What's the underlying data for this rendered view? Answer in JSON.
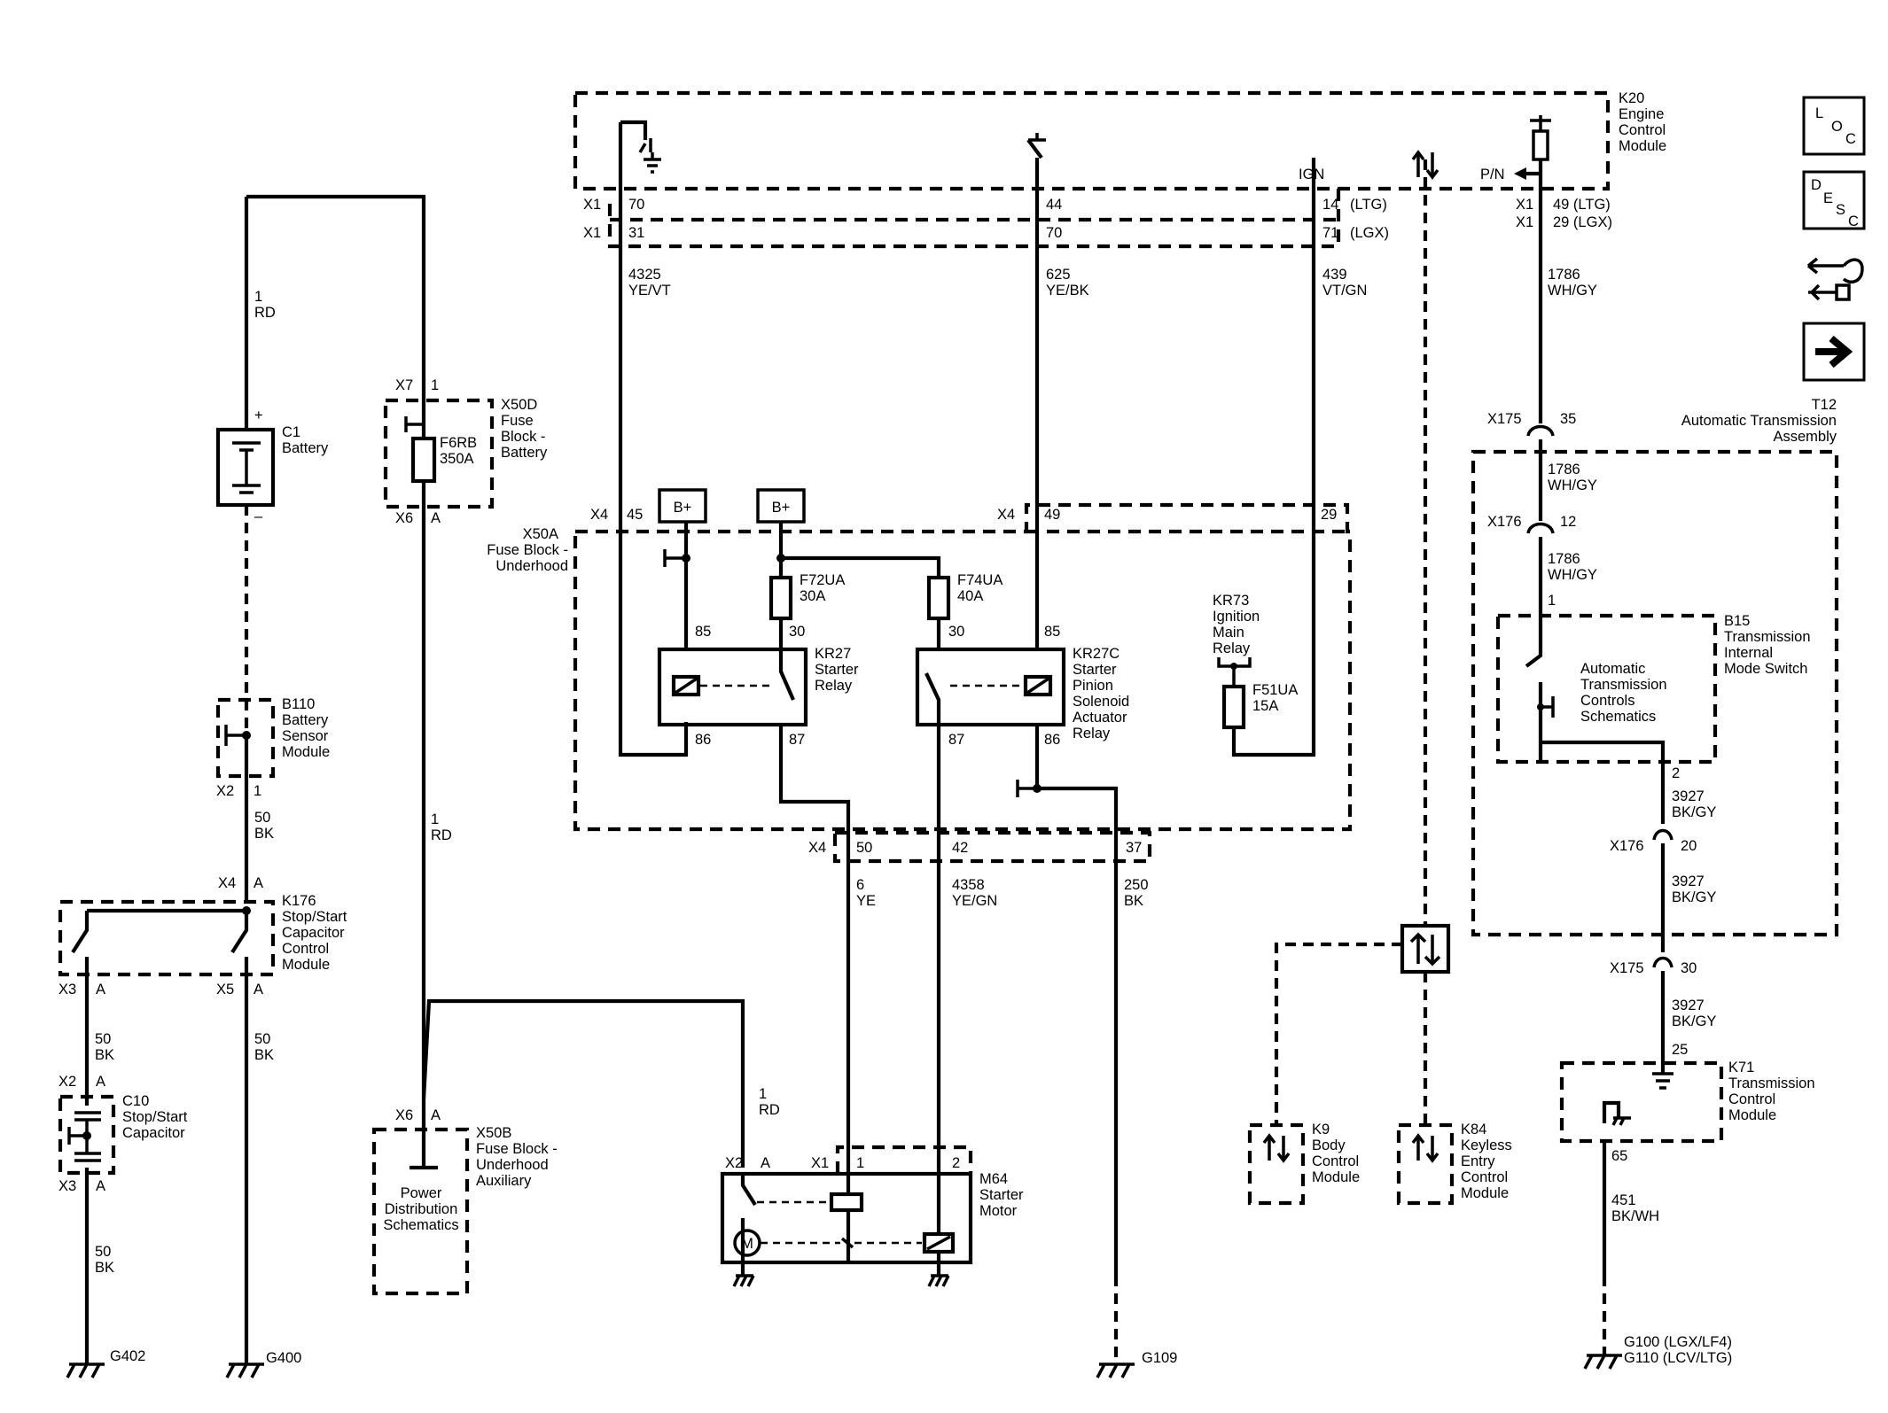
{
  "nav_icons": [
    {
      "name": "loc-icon",
      "letters": [
        "L",
        "O",
        "C"
      ]
    },
    {
      "name": "desc-icon",
      "letters": [
        "D",
        "E",
        "S",
        "C"
      ]
    },
    {
      "name": "diagnostic-tool-icon"
    },
    {
      "name": "next-arrow-icon"
    }
  ],
  "components": {
    "k20": [
      "K20",
      "Engine",
      "Control",
      "Module"
    ],
    "c1": [
      "C1",
      "Battery"
    ],
    "x50d": [
      "X50D",
      "Fuse",
      "Block -",
      "Battery"
    ],
    "f6rb": [
      "F6RB",
      "350A"
    ],
    "x50a": [
      "X50A",
      "Fuse Block -",
      "Underhood"
    ],
    "b110": [
      "B110",
      "Battery",
      "Sensor",
      "Module"
    ],
    "k176": [
      "K176",
      "Stop/Start",
      "Capacitor",
      "Control",
      "Module"
    ],
    "c10": [
      "C10",
      "Stop/Start",
      "Capacitor"
    ],
    "x50b": [
      "X50B",
      "Fuse Block -",
      "Underhood",
      "Auxiliary"
    ],
    "power_dist": [
      "Power",
      "Distribution",
      "Schematics"
    ],
    "f72ua": [
      "F72UA",
      "30A"
    ],
    "f74ua": [
      "F74UA",
      "40A"
    ],
    "kr27": [
      "KR27",
      "Starter",
      "Relay"
    ],
    "kr27c": [
      "KR27C",
      "Starter",
      "Pinion",
      "Solenoid",
      "Actuator",
      "Relay"
    ],
    "kr73": [
      "KR73",
      "Ignition",
      "Main",
      "Relay"
    ],
    "f51ua": [
      "F51UA",
      "15A"
    ],
    "m64": [
      "M64",
      "Starter",
      "Motor"
    ],
    "t12": [
      "T12",
      "Automatic Transmission",
      "Assembly"
    ],
    "b15": [
      "B15",
      "Transmission",
      "Internal",
      "Mode Switch"
    ],
    "atc": [
      "Automatic",
      "Transmission",
      "Controls",
      "Schematics"
    ],
    "k9": [
      "K9",
      "Body",
      "Control",
      "Module"
    ],
    "k84": [
      "K84",
      "Keyless",
      "Entry",
      "Control",
      "Module"
    ],
    "k71": [
      "K71",
      "Transmission",
      "Control",
      "Module"
    ]
  },
  "wires": {
    "w1rd_top": [
      "1",
      "RD"
    ],
    "w1rd_mid": [
      "1",
      "RD"
    ],
    "w1rd_m64": [
      "1",
      "RD"
    ],
    "w50bk_b110": [
      "50",
      "BK"
    ],
    "w50bk_x3": [
      "50",
      "BK"
    ],
    "w50bk_x5": [
      "50",
      "BK"
    ],
    "w50bk_g402": [
      "50",
      "BK"
    ],
    "w4325": [
      "4325",
      "YE/VT"
    ],
    "w625": [
      "625",
      "YE/BK"
    ],
    "w439": [
      "439",
      "VT/GN"
    ],
    "w1786_a": [
      "1786",
      "WH/GY"
    ],
    "w1786_b": [
      "1786",
      "WH/GY"
    ],
    "w1786_c": [
      "1786",
      "WH/GY"
    ],
    "w6ye": [
      "6",
      "YE"
    ],
    "w4358": [
      "4358",
      "YE/GN"
    ],
    "w250": [
      "250",
      "BK"
    ],
    "w3927_a": [
      "3927",
      "BK/GY"
    ],
    "w3927_b": [
      "3927",
      "BK/GY"
    ],
    "w3927_c": [
      "3927",
      "BK/GY"
    ],
    "w451": [
      "451",
      "BK/WH"
    ]
  },
  "k20_pins": {
    "x1a": "X1",
    "x1b": "X1",
    "p70": "70",
    "p31": "31",
    "p44": "44",
    "p70b": "70",
    "ign": "IGN",
    "p14": "14",
    "ltg": "(LTG)",
    "p71": "71",
    "lgx": "(LGX)",
    "pn": "P/N",
    "x1c": "X1",
    "x1d": "X1",
    "p49": "49 (LTG)",
    "p29": "29 (LGX)"
  },
  "connectors": {
    "x7": "X7",
    "x7p": "1",
    "x6": "X6",
    "x6p": "A",
    "c1_plus": "+",
    "c1_minus": "–",
    "x4a": "X4",
    "x4a45": "45",
    "x4b": "X4",
    "x4b49": "49",
    "x4b29": "29",
    "bplus1": "B+",
    "bplus2": "B+",
    "p85a": "85",
    "p30a": "30",
    "p86a": "86",
    "p87a": "87",
    "p30b": "30",
    "p85b": "85",
    "p87b": "87",
    "p86b": "86",
    "x4c": "X4",
    "p50": "50",
    "p42": "42",
    "p37": "37",
    "b110_x2": "X2",
    "b110_p1": "1",
    "k176_x4": "X4",
    "k176_x4p": "A",
    "k176_x3": "X3",
    "k176_x3p": "A",
    "k176_x5": "X5",
    "k176_x5p": "A",
    "c10_x2": "X2",
    "c10_x2p": "A",
    "c10_x3": "X3",
    "c10_x3p": "A",
    "x50b_x6": "X6",
    "x50b_x6p": "A",
    "m64_x2": "X2",
    "m64_x2p": "A",
    "m64_x1": "X1",
    "m64_p1": "1",
    "m64_p2": "2",
    "m64_m": "M",
    "x175a": "X175",
    "x175a_p": "35",
    "x176a": "X176",
    "x176a_p": "12",
    "b15_p1": "1",
    "b15_p2": "2",
    "x176b": "X176",
    "x176b_p": "20",
    "x175b": "X175",
    "x175b_p": "30",
    "k71_p25": "25",
    "k71_p65": "65"
  },
  "grounds": {
    "g402": "G402",
    "g400": "G400",
    "g109": "G109",
    "g100": "G100  (LGX/LF4)",
    "g110": "G110  (LCV/LTG)"
  }
}
